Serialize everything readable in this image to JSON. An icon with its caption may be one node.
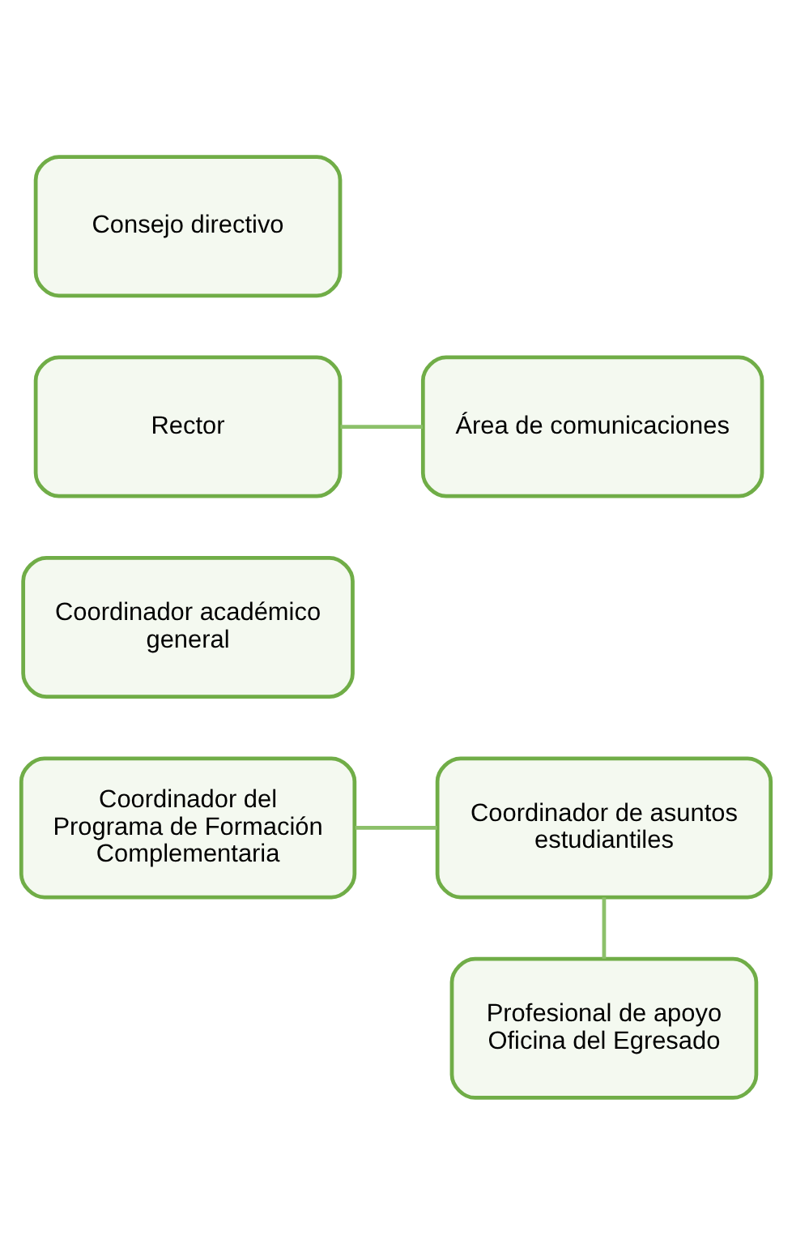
{
  "diagram": {
    "nodes": [
      {
        "text": [
          "Consejo directivo"
        ]
      },
      {
        "text": [
          "Rector"
        ]
      },
      {
        "text": [
          "Área de comunicaciones"
        ]
      },
      {
        "text": [
          "Coordinador académico general"
        ]
      },
      {
        "text": [
          "Coordinador del Programa de Formación Complementaria"
        ]
      },
      {
        "text": [
          "Coordinador de asuntos estudiantiles"
        ]
      },
      {
        "text": [
          "Profesional de apoyo Oficina del Egresado"
        ]
      }
    ],
    "edges": [
      {
        "from": 1,
        "to": 2,
        "arrow": "none"
      },
      {
        "from": 4,
        "to": 5,
        "arrow": "none"
      },
      {
        "from": 5,
        "to": 6,
        "arrow": "none"
      }
    ]
  }
}
